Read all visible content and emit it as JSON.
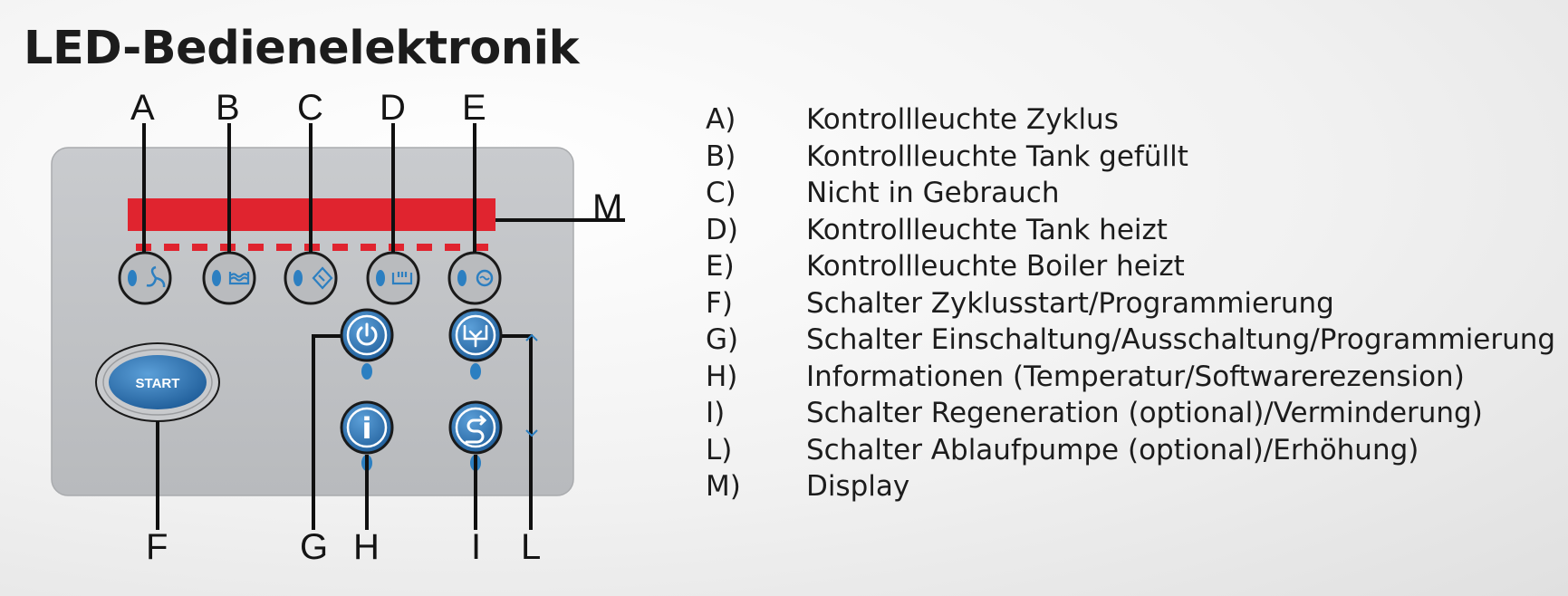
{
  "title": "LED-Bedienelektronik",
  "callouts": {
    "a": "A",
    "b": "B",
    "c": "C",
    "d": "D",
    "e": "E",
    "f": "F",
    "g": "G",
    "h": "H",
    "i": "I",
    "l": "L",
    "m": "M"
  },
  "panel": {
    "start_label": "START",
    "info_glyph": "i"
  },
  "legend": [
    {
      "key": "A)",
      "text": "Kontrollleuchte Zyklus"
    },
    {
      "key": "B)",
      "text": "Kontrollleuchte Tank gefüllt"
    },
    {
      "key": "C)",
      "text": "Nicht in Gebrauch"
    },
    {
      "key": "D)",
      "text": "Kontrollleuchte Tank heizt"
    },
    {
      "key": "E)",
      "text": "Kontrollleuchte Boiler heizt"
    },
    {
      "key": "F)",
      "text": "Schalter Zyklusstart/Programmierung"
    },
    {
      "key": "G)",
      "text": "Schalter Einschaltung/Ausschaltung/Programmierung"
    },
    {
      "key": "H)",
      "text": "Informationen (Temperatur/Softwarerezension)"
    },
    {
      "key": "I)",
      "text": "Schalter Regeneration (optional)/Verminderung)"
    },
    {
      "key": "L)",
      "text": "Schalter Ablaufpumpe (optional)/Erhöhung)"
    },
    {
      "key": "M)",
      "text": "Display"
    }
  ],
  "colors": {
    "display_red": "#e0242f",
    "button_blue": "#2e76b8",
    "panel_gray": "#bfc1c4"
  }
}
